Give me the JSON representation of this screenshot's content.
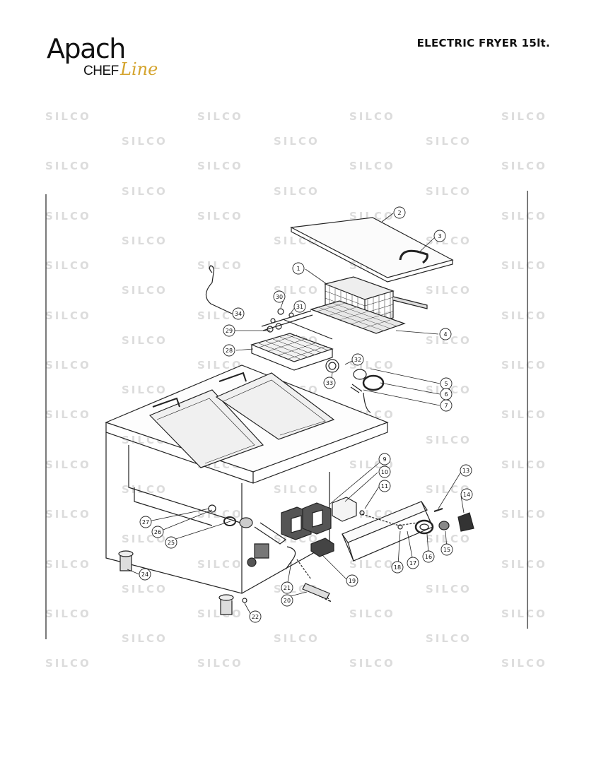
{
  "brand": {
    "name": "Apach",
    "sub": "CHEF",
    "script": "Line"
  },
  "title": "ELECTRIC FRYER 15lt.",
  "watermark_text": "SILCO",
  "part_numbers": [
    "1",
    "2",
    "3",
    "4",
    "5",
    "6",
    "7",
    "9",
    "10",
    "11",
    "13",
    "14",
    "15",
    "16",
    "17",
    "18",
    "19",
    "20",
    "21",
    "22",
    "24",
    "25",
    "26",
    "27",
    "28",
    "29",
    "30",
    "31",
    "32",
    "33",
    "34"
  ],
  "colors": {
    "line": "#222222",
    "watermark": "#dcdcdc",
    "script": "#d4a32c"
  }
}
